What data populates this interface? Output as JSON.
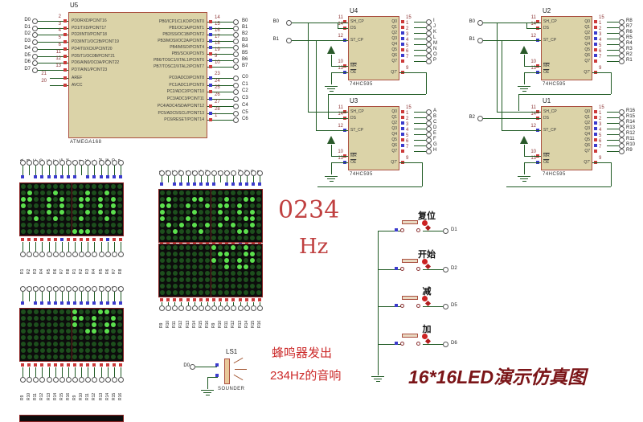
{
  "title": {
    "text": "16*16LED演示仿真图"
  },
  "annotations": {
    "freq_value": "0234",
    "freq_unit": "Hz",
    "buzzer_line1": "蜂鸣器发出",
    "buzzer_line2": "234Hz的音响"
  },
  "colors": {
    "wire": "#1f5a23",
    "chip_fill": "#dbd3a8",
    "chip_border": "#aa4f3f",
    "state_high": "#cc3b3b",
    "state_low": "#3b3bcc",
    "led_on": "#5ce04e",
    "led_off": "#1d4f1d",
    "matrix_bg": "#0c0c0c",
    "annotation_red": "#c04040",
    "title_red": "#7b1518"
  },
  "mcu": {
    "ref": "U5",
    "part": "ATMEGA168",
    "left_terminals": [
      "D0",
      "D1",
      "D2",
      "D3",
      "D4",
      "D5",
      "D6",
      "D7"
    ],
    "left_pins": [
      {
        "num": "2",
        "label": "PD0/RXD/PCINT16",
        "state": "r"
      },
      {
        "num": "3",
        "label": "PD1/TXD/PCINT17",
        "state": "r"
      },
      {
        "num": "4",
        "label": "PD2/INT0/PCINT18",
        "state": "r"
      },
      {
        "num": "5",
        "label": "PD3/INT1/OC2B/PCINT19",
        "state": "r"
      },
      {
        "num": "6",
        "label": "PD4/T0/XCK/PCINT20",
        "state": "r"
      },
      {
        "num": "11",
        "label": "PD5/T1/OC0B/PCINT21",
        "state": "r"
      },
      {
        "num": "12",
        "label": "PD6/AIN0/OC0A/PCINT22",
        "state": "r"
      },
      {
        "num": "13",
        "label": "PD7/AIN1/PCINT23",
        "state": "r"
      }
    ],
    "power_pins": [
      {
        "num": "21",
        "label": "AREF"
      },
      {
        "num": "20",
        "label": "AVCC"
      }
    ],
    "pb_pins": [
      {
        "num": "14",
        "label": "PB0/ICP1/CLKO/PCINT0",
        "state": "r",
        "terminal": "B0"
      },
      {
        "num": "15",
        "label": "PB1/OC1A/PCINT1",
        "state": "b",
        "terminal": "B1"
      },
      {
        "num": "16",
        "label": "PB2/SS/OC1B/PCINT2",
        "state": "b",
        "terminal": "B2"
      },
      {
        "num": "17",
        "label": "PB3/MOSI/OC2A/PCINT3",
        "state": "b",
        "terminal": "B3"
      },
      {
        "num": "18",
        "label": "PB4/MISO/PCINT4",
        "state": "b",
        "terminal": "B4"
      },
      {
        "num": "19",
        "label": "PB5/SCK/PCINT5",
        "state": "r",
        "terminal": "B5"
      },
      {
        "num": "9",
        "label": "PB6/TOSC1/XTAL1/PCINT6",
        "state": "b",
        "terminal": "B6"
      },
      {
        "num": "10",
        "label": "PB7/TOSC2/XTAL2/PCINT7",
        "state": "r",
        "terminal": "B7"
      }
    ],
    "pc_pins": [
      {
        "num": "23",
        "label": "PC0/ADC0/PCINT8",
        "state": "b",
        "terminal": "C0"
      },
      {
        "num": "24",
        "label": "PC1/ADC1/PCINT9",
        "state": "b",
        "terminal": "C1"
      },
      {
        "num": "25",
        "label": "PC2/ADC2/PCINT10",
        "state": "r",
        "terminal": "C2"
      },
      {
        "num": "26",
        "label": "PC3/ADC3/PCINT11",
        "state": "b",
        "terminal": "C3"
      },
      {
        "num": "27",
        "label": "PC4/ADC4/SDA/PCINT12",
        "state": "r",
        "terminal": "C4"
      },
      {
        "num": "28",
        "label": "PC5/ADC5/SCL/PCINT13",
        "state": "b",
        "terminal": "C5"
      },
      {
        "num": "1",
        "label": "PC6/RESET/PCINT14",
        "state": "r",
        "terminal": "C6"
      }
    ]
  },
  "shift_register_pins": {
    "left": [
      {
        "num": "11",
        "label": "SH_CP",
        "bar": false
      },
      {
        "num": "14",
        "label": "DS",
        "bar": false
      },
      {
        "num": "12",
        "label": "ST_CP",
        "bar": false
      },
      {
        "num": "10",
        "label": "MR",
        "bar": true
      },
      {
        "num": "13",
        "label": "OE",
        "bar": true
      }
    ],
    "left_states": "rrbrb",
    "right": [
      {
        "num": "15",
        "label": "Q0"
      },
      {
        "num": "1",
        "label": "Q1"
      },
      {
        "num": "2",
        "label": "Q2"
      },
      {
        "num": "3",
        "label": "Q3"
      },
      {
        "num": "4",
        "label": "Q4"
      },
      {
        "num": "5",
        "label": "Q5"
      },
      {
        "num": "6",
        "label": "Q6"
      },
      {
        "num": "7",
        "label": "Q7"
      },
      {
        "num": "9",
        "label": "Q7'"
      }
    ],
    "right_states": "rrbbbrbrr"
  },
  "shift_registers": [
    {
      "ref": "U4",
      "part": "74HC595",
      "inputs": [
        "B0",
        "B1"
      ],
      "outputs": [
        "I",
        "J",
        "K",
        "L",
        "M",
        "N",
        "O",
        "P"
      ]
    },
    {
      "ref": "U2",
      "part": "74HC595",
      "inputs": [
        "B0",
        "B1"
      ],
      "outputs": [
        "R8",
        "R7",
        "R6",
        "R5",
        "R4",
        "R3",
        "R2",
        "R1"
      ]
    },
    {
      "ref": "U3",
      "part": "74HC595",
      "inputs": [],
      "outputs": [
        "A",
        "B",
        "C",
        "D",
        "E",
        "F",
        "G",
        "H"
      ]
    },
    {
      "ref": "U1",
      "part": "74HC595",
      "inputs": [
        "B2"
      ],
      "outputs": [
        "R16",
        "R15",
        "R14",
        "R13",
        "R12",
        "R11",
        "R10",
        "R9"
      ]
    }
  ],
  "matrices": [
    {
      "id": "display-left-top",
      "top_labels": [
        "A",
        "B",
        "C",
        "D",
        "E",
        "F",
        "G",
        "H",
        "I",
        "J",
        "K",
        "L",
        "M",
        "N",
        "O",
        "P"
      ],
      "bottom_labels": [
        "R1",
        "R2",
        "R3",
        "R4",
        "R5",
        "R6",
        "R7",
        "R8",
        "R1",
        "R2",
        "R3",
        "R4",
        "R5",
        "R6",
        "R7",
        "R8"
      ],
      "pin_rows": {
        "top": "b.bbbbbbb.bbbbbb",
        "bottom": "rrrrrrbrrrrrrbrr"
      },
      "modules": [
        {
          "pattern": [
            "................",
            ".o...o....o..o..",
            "oo..o.o..oo.o.o.",
            "o...o.o..o..o.o.",
            ".o..o.o...o.o.o.",
            "..o..o...o...o..",
            "................",
            "........ooo....."
          ]
        }
      ]
    },
    {
      "id": "display-middle",
      "top_labels": [
        "A",
        "B",
        "C",
        "D",
        "E",
        "F",
        "G",
        "H",
        "I",
        "J",
        "K",
        "L",
        "M",
        "N",
        "O",
        "P"
      ],
      "bottom_labels": [
        "R9",
        "R10",
        "R11",
        "R12",
        "R13",
        "R14",
        "R15",
        "R16",
        "R9",
        "R10",
        "R11",
        "R12",
        "R13",
        "R14",
        "R15",
        "R16"
      ],
      "pin_rows": {
        "top": "b.bbbbbbb.bbbbbb",
        "mid_blue": "bbbbbbbb.bbbbbbb",
        "mid_red": "rrrrrrrrrrrrbrrr",
        "bottom": "rrrrrrrrrrrrrrrr"
      },
      "modules": [
        {
          "pattern": [
            "................",
            ".o...oo...o..oo.",
            "oo..o..o.oo.o...",
            "o....o...o..o.o.",
            "o...o.....o..oo.",
            ".o.o.o.o.o.o..o.",
            "..o...o.....oo..",
            "................"
          ]
        },
        {
          "pattern": [
            "........o..o.o..",
            ".........oo..oo.",
            "........o.o.o.o.",
            "..........o.oo..",
            "................",
            "................",
            "................",
            "................"
          ]
        }
      ]
    },
    {
      "id": "display-left-bottom",
      "top_labels": [
        "A",
        "B",
        "C",
        "D",
        "E",
        "F",
        "G",
        "H",
        "I",
        "J",
        "K",
        "L",
        "M",
        "N",
        "O",
        "P"
      ],
      "bottom_labels": [
        "R9",
        "R10",
        "R11",
        "R12",
        "R13",
        "R14",
        "R15",
        "R16",
        "R9",
        "R10",
        "R11",
        "R12",
        "R13",
        "R14",
        "R15",
        "R16"
      ],
      "pin_rows": {
        "top": "b.bbbbbbbbbbbbbb",
        "bottom": "rrrrrrrrrrrrrrrr"
      },
      "modules": [
        {
          "pattern": [
            "........o...oo..",
            "........oo.o..o.",
            "........o..o.oo.",
            "..........oo.o..",
            "................",
            "................",
            "................",
            "................"
          ]
        }
      ]
    }
  ],
  "buttons": [
    {
      "label": "复位",
      "terminal": "D1"
    },
    {
      "label": "开始",
      "terminal": "D2"
    },
    {
      "label": "减",
      "terminal": "D5"
    },
    {
      "label": "加",
      "terminal": "D6"
    }
  ],
  "sounder": {
    "ref": "LS1",
    "part": "SOUNDER",
    "terminal": "D0"
  }
}
